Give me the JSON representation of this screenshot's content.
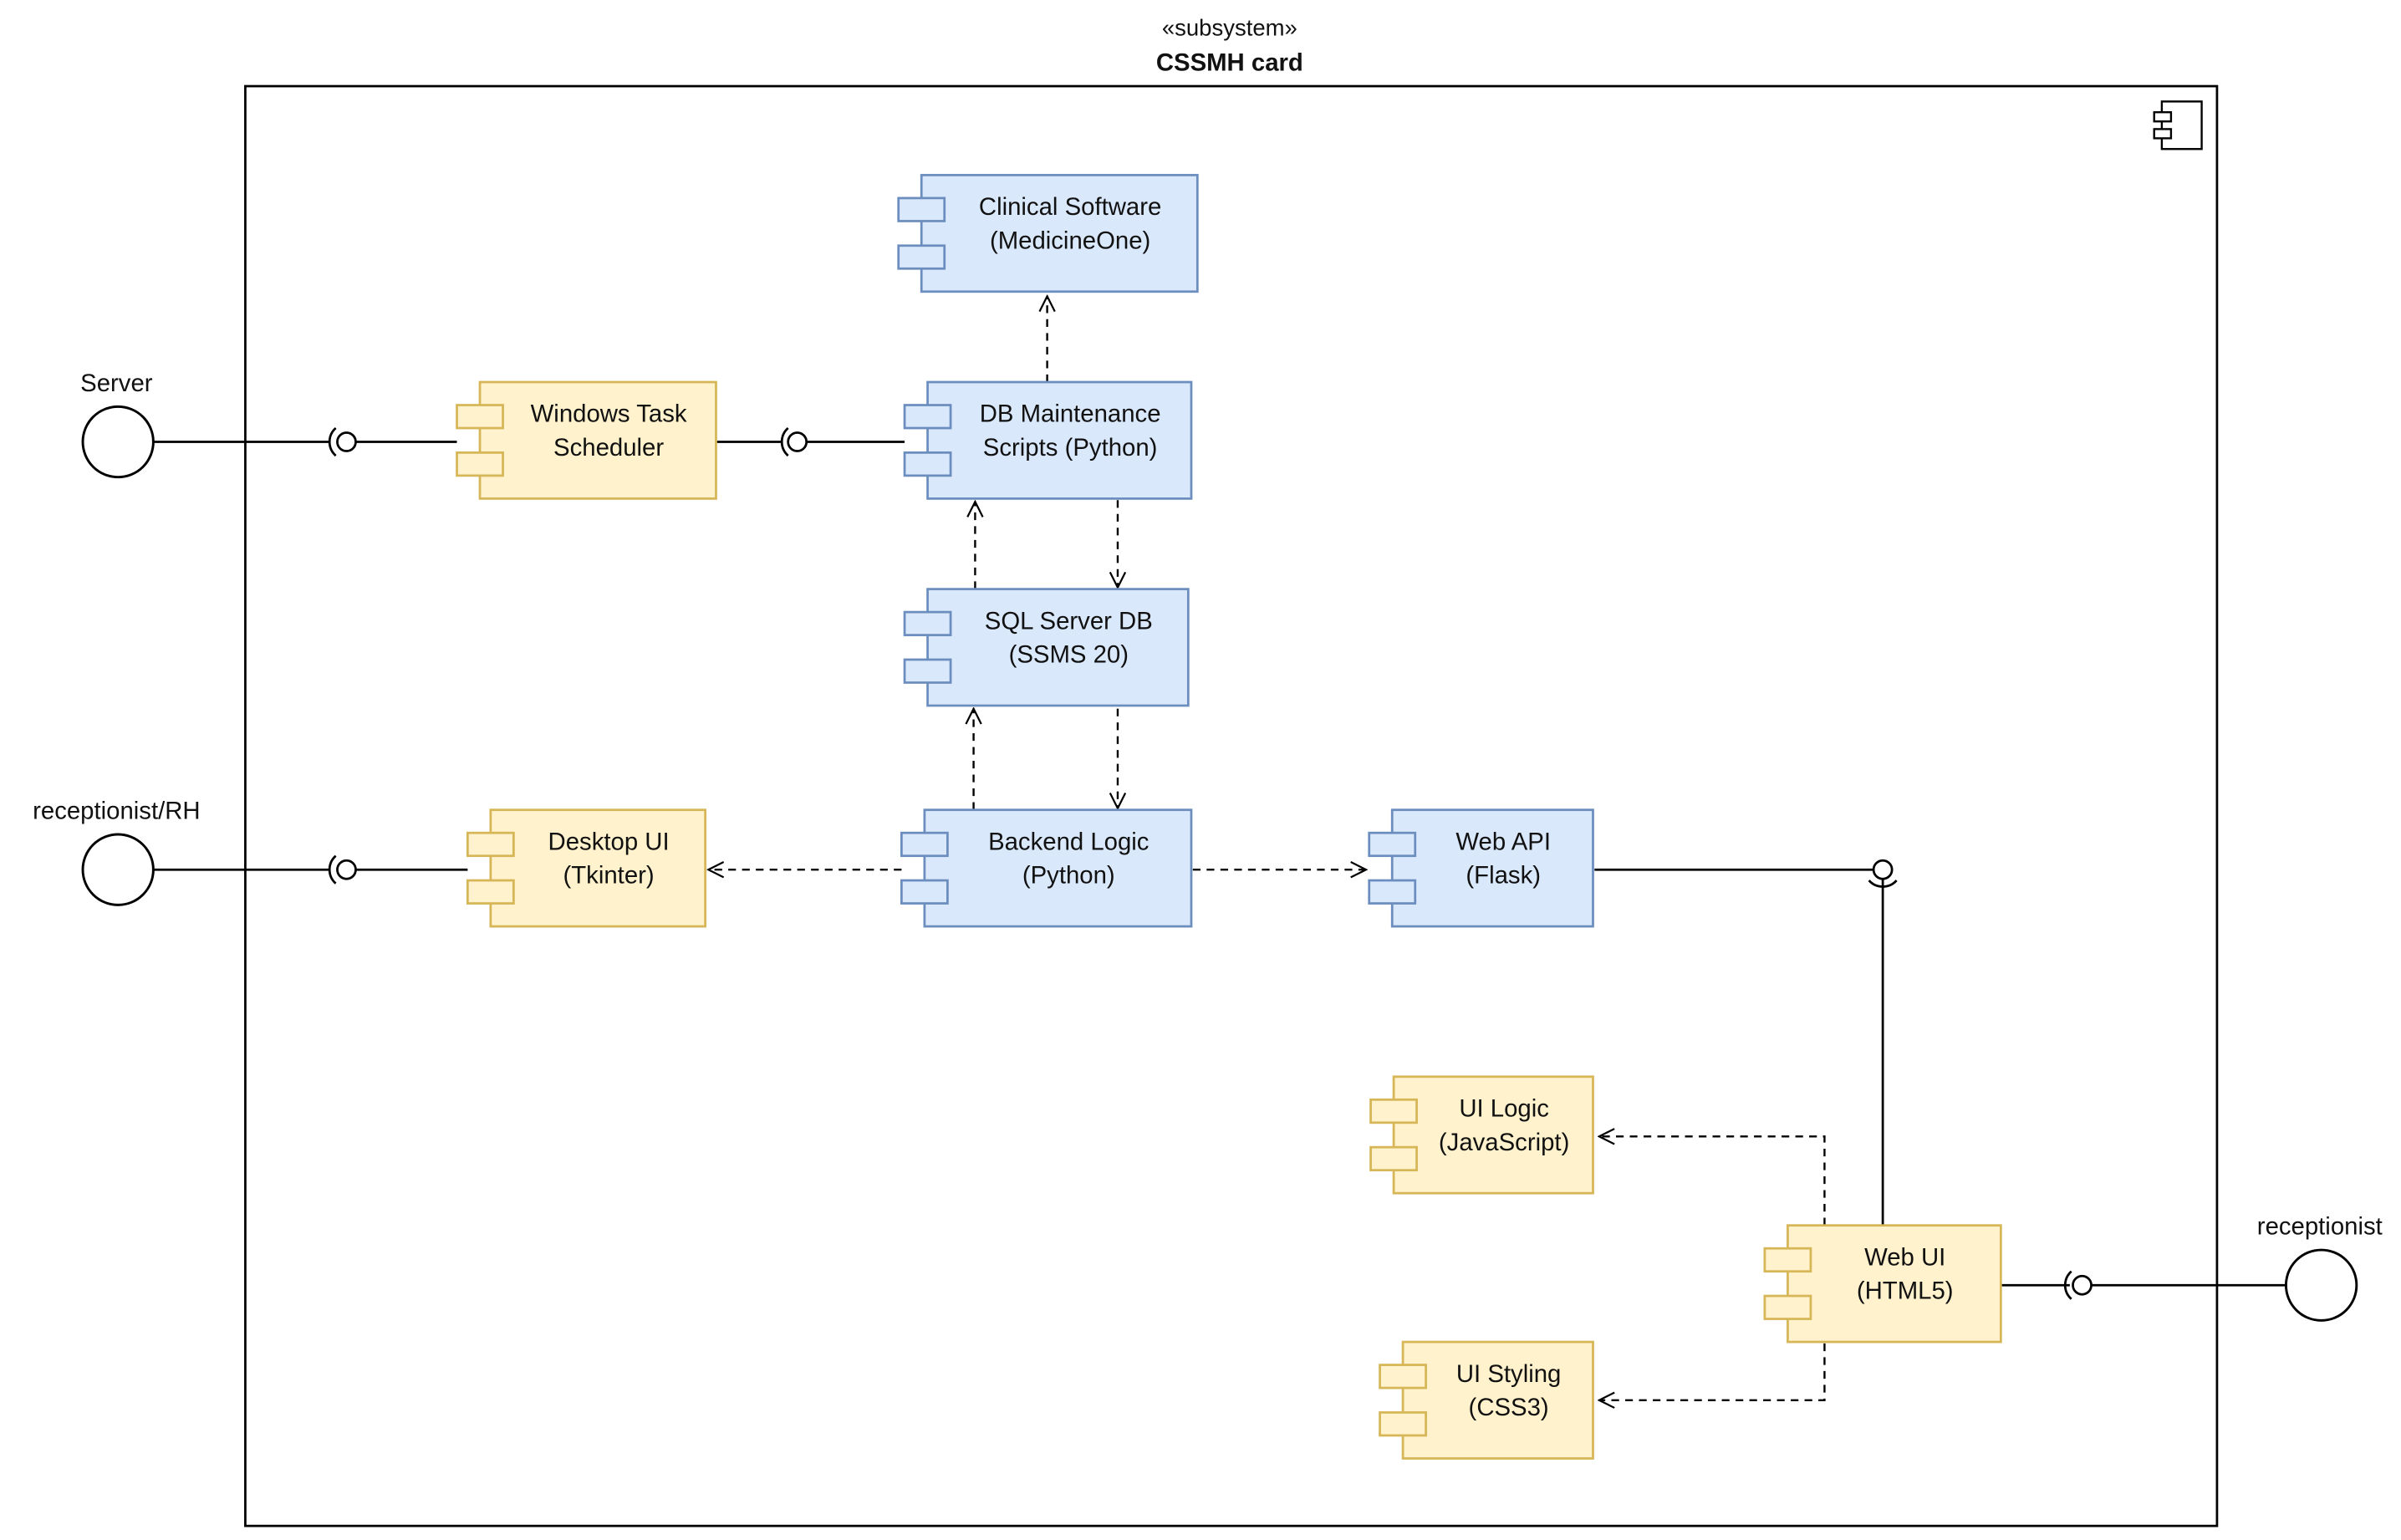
{
  "subsystem": {
    "stereotype": "«subsystem»",
    "name": "CSSMH card"
  },
  "actors": {
    "server": "Server",
    "receptionist_rh": "receptionist/RH",
    "receptionist": "receptionist"
  },
  "components": {
    "clinical": [
      "Clinical Software",
      "(MedicineOne)"
    ],
    "dbmaint": [
      "DB Maintenance",
      "Scripts (Python)"
    ],
    "sqlserver": [
      "SQL Server DB",
      "(SSMS 20)"
    ],
    "backend": [
      "Backend Logic",
      "(Python)"
    ],
    "webapi": [
      "Web API",
      "(Flask)"
    ],
    "scheduler": [
      "Windows Task",
      "Scheduler"
    ],
    "desktop": [
      "Desktop UI",
      "(Tkinter)"
    ],
    "uilogic": [
      "UI Logic",
      "(JavaScript)"
    ],
    "webui": [
      "Web UI",
      "(HTML5)"
    ],
    "uistyling": [
      "UI Styling",
      "(CSS3)"
    ]
  },
  "colors": {
    "blue_fill": "#dae8fc",
    "blue_stroke": "#6c8ebf",
    "yellow_fill": "#fff2cc",
    "yellow_stroke": "#d6b656",
    "line": "#000000"
  }
}
